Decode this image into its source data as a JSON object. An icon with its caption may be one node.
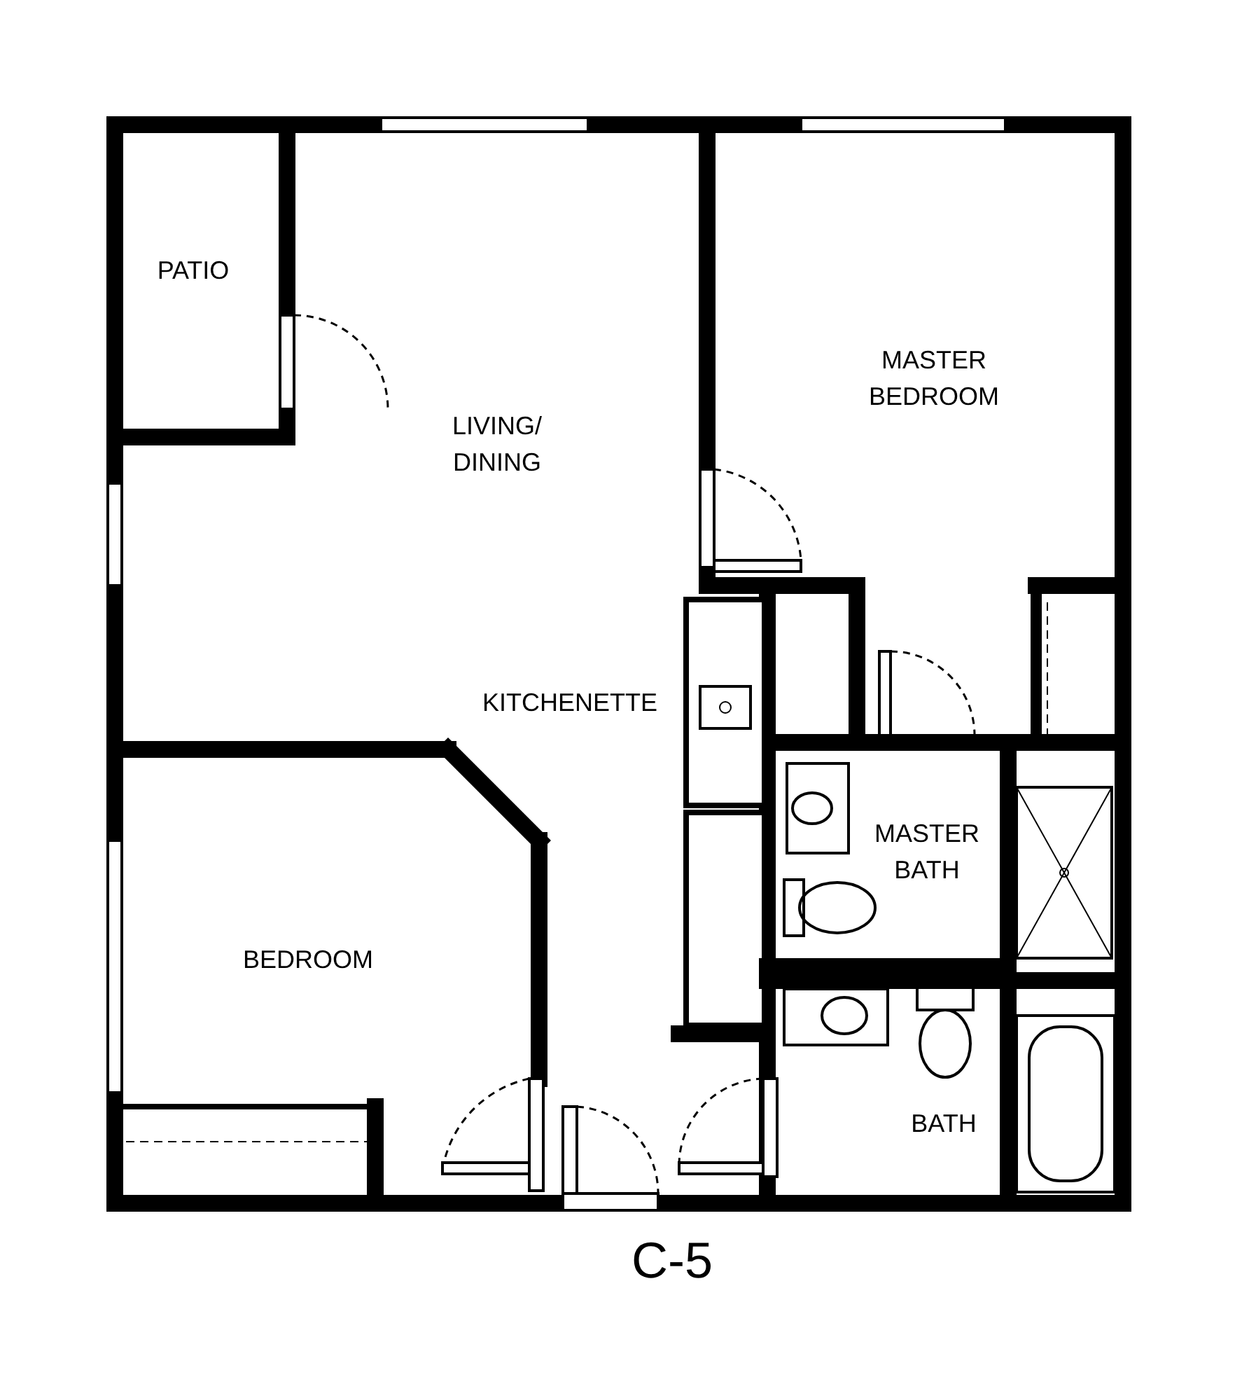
{
  "diagram": {
    "caption": "C-5",
    "nodes": [
      {
        "text": [
          "PATIO"
        ]
      },
      {
        "text": [
          "LIVING/ DINING"
        ]
      },
      {
        "text": [
          "MASTER BEDROOM"
        ]
      },
      {
        "text": [
          "MASTER BATH"
        ]
      },
      {
        "text": [
          "BEDROOM"
        ]
      },
      {
        "text": [
          "BATH"
        ]
      }
    ],
    "edges": [],
    "labels": [
      "KITCHENETTE"
    ]
  }
}
